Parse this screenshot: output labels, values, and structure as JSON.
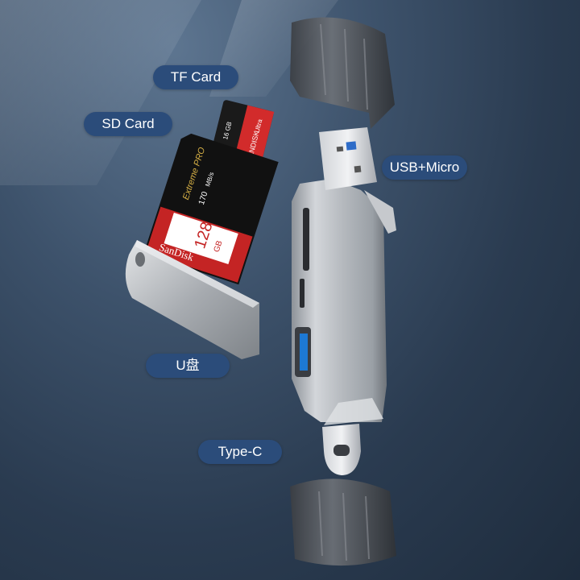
{
  "labels": {
    "tf_card": "TF Card",
    "sd_card": "SD Card",
    "usb_micro": "USB+Micro",
    "u_disk": "U盘",
    "type_c": "Type-C"
  },
  "sd_card_print": {
    "brand": "SanDisk",
    "line": "Extreme PRO",
    "capacity": "128",
    "unit": "GB",
    "speed": "170",
    "speed_unit": "MB/s"
  },
  "tf_card_print": {
    "type": "SD",
    "capacity": "16 GB",
    "brand": "SANDISK",
    "line": "Ultra"
  },
  "colors": {
    "pill_bg": "#2b4c7a",
    "pill_text": "#ffffff",
    "background_dark": "#1e2c3d",
    "background_light": "#5d7590",
    "body_metal": "#b8bcc2",
    "card_red": "#d22b2b"
  }
}
